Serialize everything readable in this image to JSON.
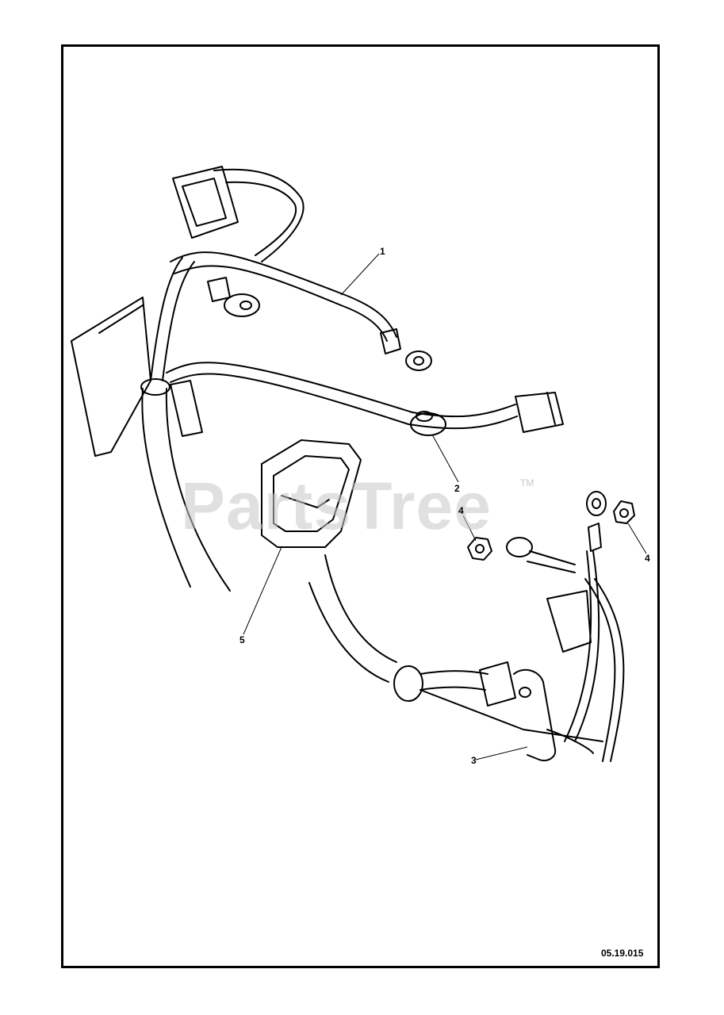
{
  "diagram": {
    "drawing_number": "05.19.015",
    "watermark": "PartsTree",
    "watermark_mark": "TM",
    "callouts": [
      {
        "id": "1",
        "label": "1"
      },
      {
        "id": "2",
        "label": "2"
      },
      {
        "id": "3",
        "label": "3"
      },
      {
        "id": "4a",
        "label": "4"
      },
      {
        "id": "4b",
        "label": "4"
      },
      {
        "id": "5",
        "label": "5"
      }
    ],
    "colors": {
      "line": "#000000",
      "watermark": "#c8c8c8",
      "background": "#ffffff"
    }
  }
}
